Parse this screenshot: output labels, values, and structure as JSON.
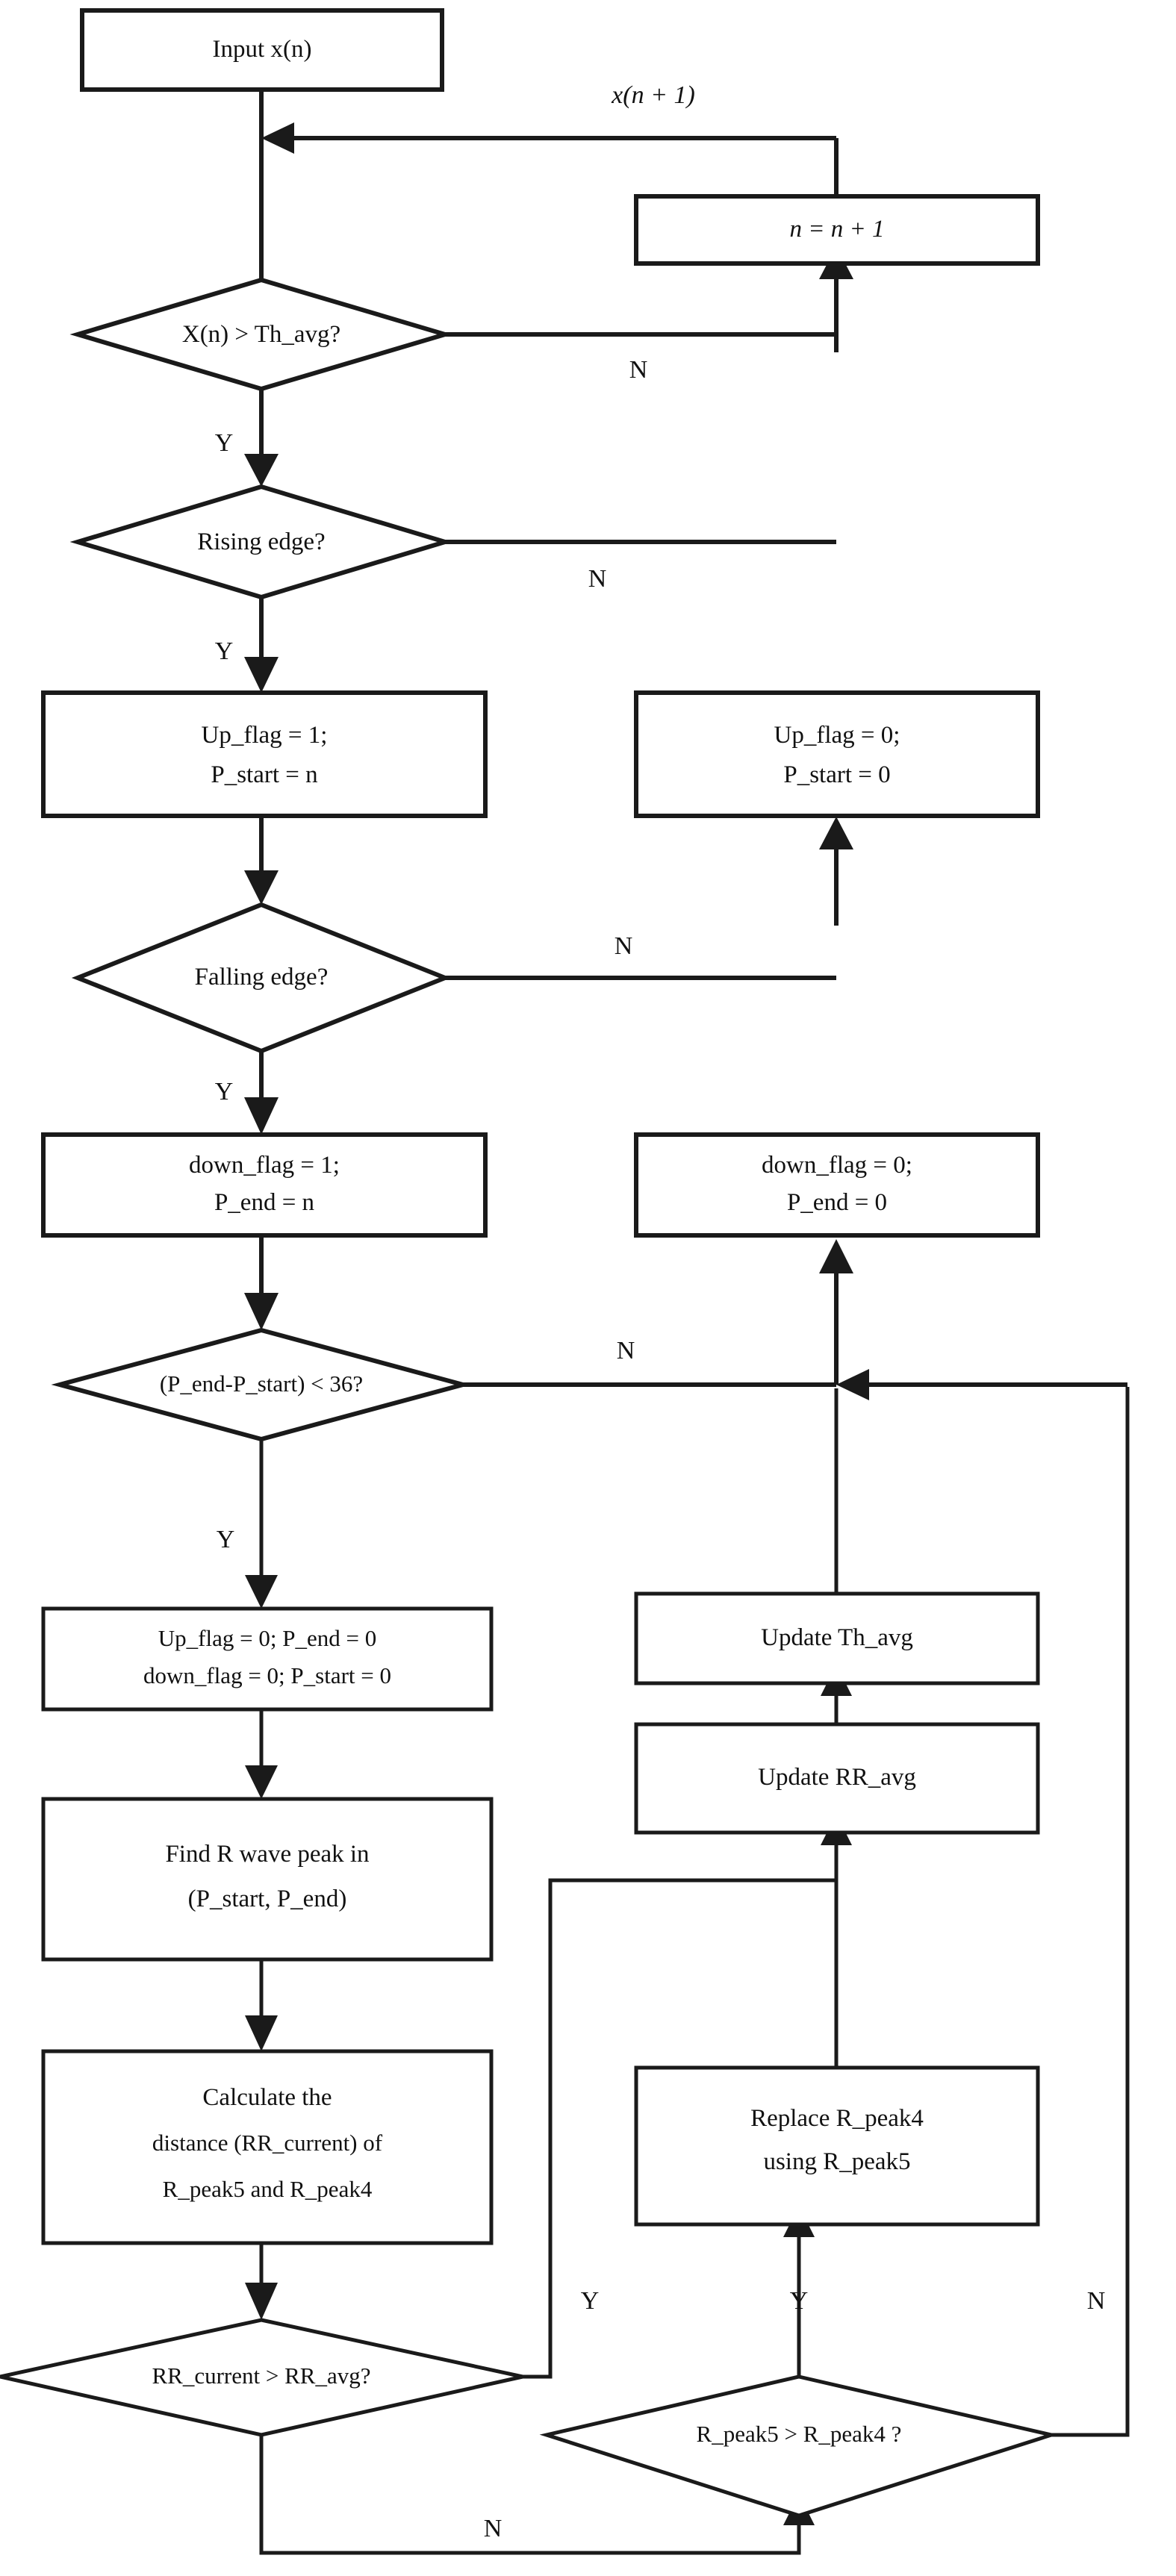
{
  "diagram": {
    "title": "R wave peak detection flowchart",
    "stroke_color": "#1a1a1a",
    "fill_color": "#ffffff",
    "text_color": "#111111"
  },
  "nodes": {
    "input": {
      "type": "process",
      "line1": "Input  x(n)"
    },
    "n_increment": {
      "type": "process",
      "line1": "n = n + 1"
    },
    "d_threshold": {
      "type": "decision",
      "line1": "X(n) > Th_avg?"
    },
    "d_rising": {
      "type": "decision",
      "line1": "Rising edge?"
    },
    "up_set": {
      "type": "process",
      "line1": "Up_flag = 1;",
      "line2": "P_start = n"
    },
    "up_clear": {
      "type": "process",
      "line1": "Up_flag = 0;",
      "line2": "P_start = 0"
    },
    "d_falling": {
      "type": "decision",
      "line1": "Falling edge?"
    },
    "down_set": {
      "type": "process",
      "line1": "down_flag = 1;",
      "line2": "P_end = n"
    },
    "down_clear": {
      "type": "process",
      "line1": "down_flag = 0;",
      "line2": "P_end = 0"
    },
    "d_width": {
      "type": "decision",
      "line1": "(P_end-P_start) < 36?"
    },
    "reset_all": {
      "type": "process",
      "line1": "Up_flag = 0; P_end = 0",
      "line2": "down_flag = 0; P_start = 0"
    },
    "find_peak": {
      "type": "process",
      "line1": "Find R wave peak in",
      "line2": "(P_start, P_end)"
    },
    "calc_dist": {
      "type": "process",
      "line1": "Calculate the",
      "line2": "distance (RR_current) of",
      "line3": "R_peak5 and R_peak4"
    },
    "update_th": {
      "type": "process",
      "line1": "Update Th_avg"
    },
    "update_rr": {
      "type": "process",
      "line1": "Update RR_avg"
    },
    "replace_peak": {
      "type": "process",
      "line1": "Replace R_peak4",
      "line2": "using R_peak5"
    },
    "d_rr": {
      "type": "decision",
      "line1": "RR_current > RR_avg?"
    },
    "d_peak": {
      "type": "decision",
      "line1": "R_peak5 > R_peak4 ?"
    }
  },
  "edge_labels": {
    "feedback_top": "x(n + 1)",
    "threshold_no": "N",
    "threshold_yes": "Y",
    "rising_no": "N",
    "rising_yes": "Y",
    "falling_no": "N",
    "falling_yes": "Y",
    "width_no": "N",
    "width_yes": "Y",
    "rr_yes": "Y",
    "rr_no": "N",
    "peak_yes": "Y",
    "peak_no": "N"
  }
}
